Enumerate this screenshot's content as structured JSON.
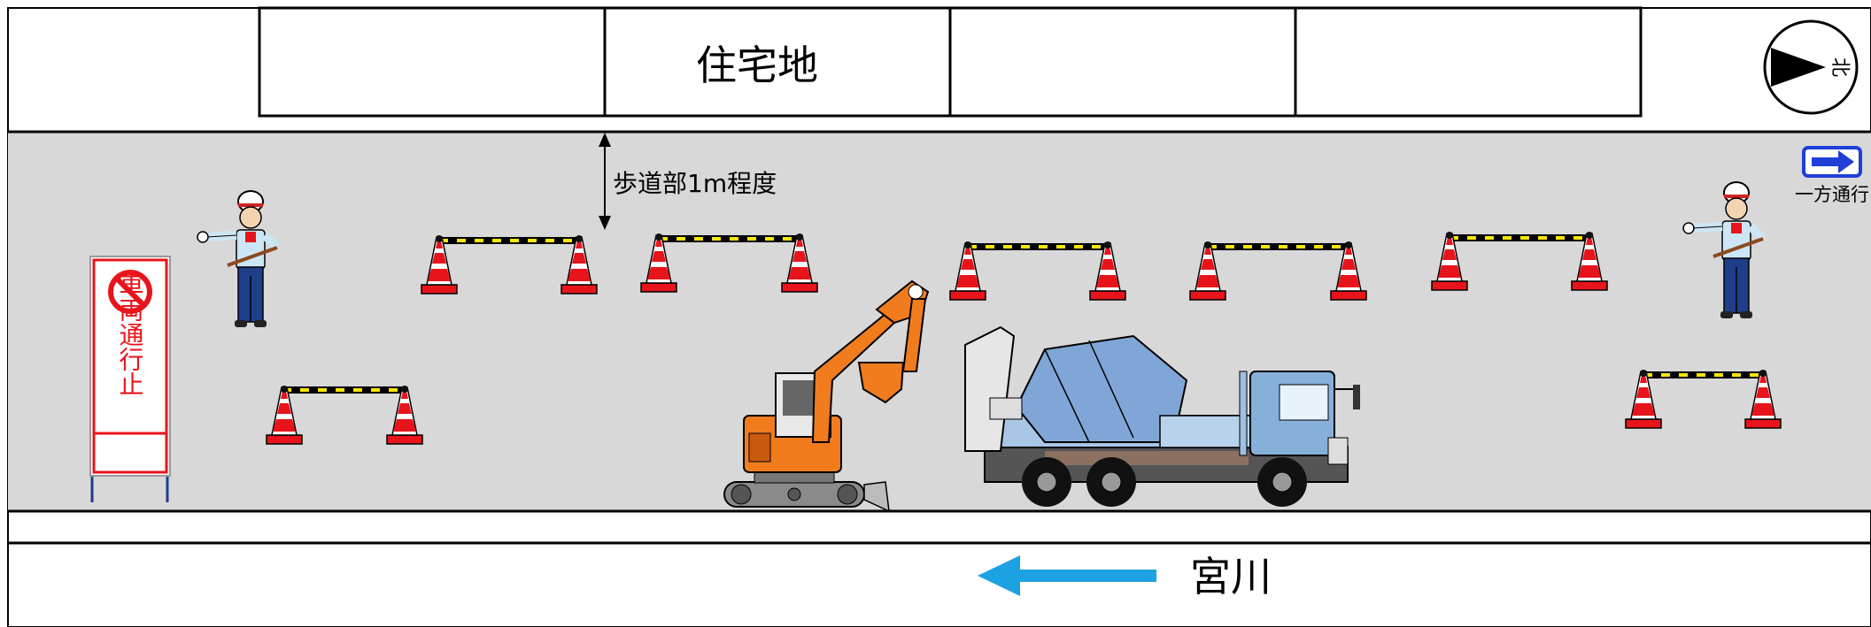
{
  "labels": {
    "residential": "住宅地",
    "sidewalk_note": "歩道部1m程度",
    "one_way": "一方通行",
    "river": "宮川",
    "north": "北",
    "no_entry": "車両通行止"
  },
  "colors": {
    "road": "#d8d8d8",
    "cone_red": "#e8141b",
    "barrier_yellow": "#ffe600",
    "excavator_orange": "#f07c1e",
    "mixer_blue": "#7fa6d6",
    "river_arrow": "#1ca1e2",
    "one_way_blue": "#1f3fd8"
  },
  "icons": [
    "compass-north-icon",
    "one-way-arrow-icon",
    "river-flow-arrow-icon",
    "no-entry-icon"
  ]
}
